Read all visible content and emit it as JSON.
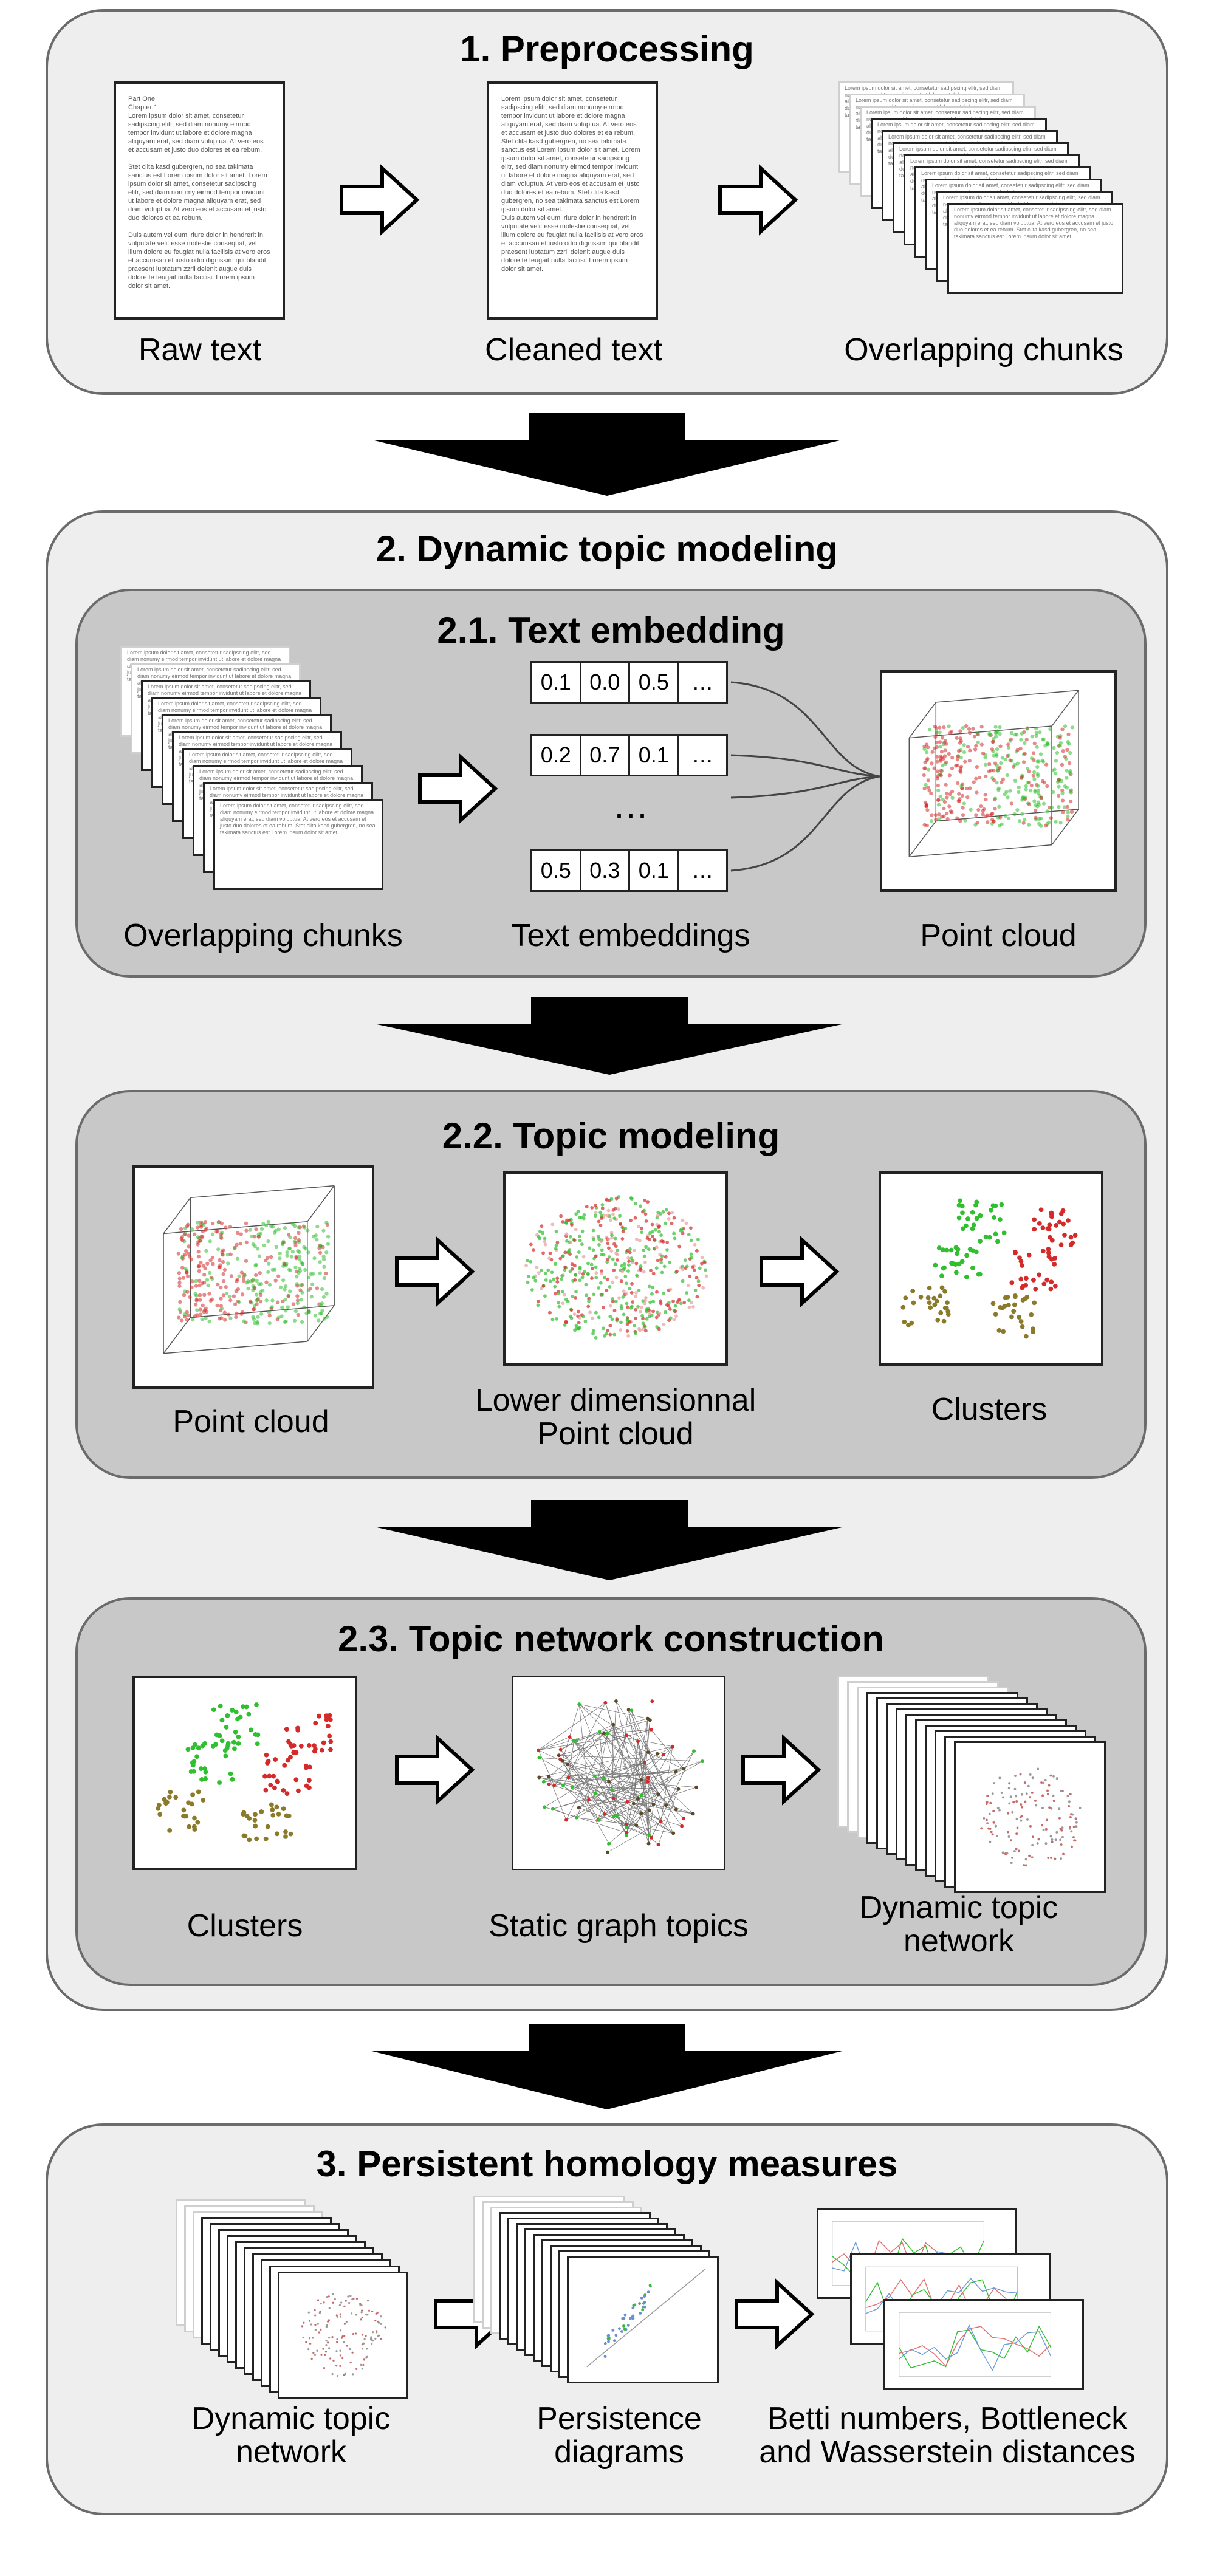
{
  "sections": {
    "s1": {
      "title": "1. Preprocessing",
      "captions": {
        "raw": "Raw text",
        "cleaned": "Cleaned  text",
        "chunks": "Overlapping  chunks"
      }
    },
    "s2": {
      "title": "2. Dynamic topic modeling",
      "s21": {
        "title": "2.1. Text embedding",
        "captions": {
          "chunks": "Overlapping  chunks",
          "embeddings": "Text embeddings",
          "cloud": "Point cloud"
        },
        "vectors": [
          [
            "0.1",
            "0.0",
            "0.5",
            "…"
          ],
          [
            "0.2",
            "0.7",
            "0.1",
            "…"
          ],
          [
            "0.5",
            "0.3",
            "0.1",
            "…"
          ]
        ],
        "ellipsis": "…"
      },
      "s22": {
        "title": "2.2. Topic modeling",
        "captions": {
          "cloud": "Point cloud",
          "lower": "Lower dimensionnal\nPoint cloud",
          "clusters": "Clusters"
        }
      },
      "s23": {
        "title": "2.3. Topic network construction",
        "captions": {
          "clusters": "Clusters",
          "graph": "Static graph topics",
          "dynamic": "Dynamic topic\nnetwork"
        }
      }
    },
    "s3": {
      "title": "3. Persistent homology measures",
      "captions": {
        "dynamic": "Dynamic topic\nnetwork",
        "persistence": "Persistence\ndiagrams",
        "betti": "Betti numbers, Bottleneck\nand Wasserstein distances"
      }
    }
  },
  "doc_texts": {
    "raw": "Part One\nChapter 1\nLorem ipsum dolor sit amet, consetetur sadipscing elitr, sed diam nonumy eirmod tempor invidunt ut labore et dolore magna aliquyam erat, sed diam voluptua. At vero eos et accusam et justo duo dolores et ea rebum.\n\nStet clita kasd gubergren, no sea takimata sanctus est Lorem ipsum dolor sit amet. Lorem ipsum dolor sit amet, consetetur sadipscing elitr, sed diam nonumy eirmod tempor invidunt ut labore et dolore magna aliquyam erat, sed diam voluptua. At vero eos et accusam et justo duo dolores et ea rebum.\n\nDuis autem vel eum iriure dolor in hendrerit in vulputate velit esse molestie consequat, vel illum dolore eu feugiat nulla facilisis at vero eros et accumsan et iusto odio dignissim qui blandit praesent luptatum zzril delenit augue duis dolore te feugait nulla facilisi. Lorem ipsum dolor sit amet.",
    "cleaned": "Lorem ipsum dolor sit amet, consetetur sadipscing elitr, sed diam nonumy eirmod tempor invidunt ut labore et dolore magna aliquyam erat, sed diam voluptua. At vero eos et accusam et justo duo dolores et ea rebum. Stet clita kasd gubergren, no sea takimata sanctus est Lorem ipsum dolor sit amet. Lorem ipsum dolor sit amet, consetetur sadipscing elitr, sed diam nonumy eirmod tempor invidunt ut labore et dolore magna aliquyam erat, sed diam voluptua. At vero eos et accusam et justo duo dolores et ea rebum. Stet clita kasd gubergren, no sea takimata sanctus est Lorem ipsum dolor sit amet.\nDuis autem vel eum iriure dolor in hendrerit in vulputate velit esse molestie consequat, vel illum dolore eu feugiat nulla facilisis at vero eros et accumsan et iusto odio dignissim qui blandit praesent luptatum zzril delenit augue duis dolore te feugait nulla facilisi. Lorem ipsum dolor sit amet.",
    "chunk": "Lorem ipsum dolor sit amet, consetetur sadipscing elitr, sed diam nonumy eirmod tempor invidunt ut labore et dolore magna aliquyam erat, sed diam voluptua. At vero eos et accusam et justo duo dolores et ea rebum. Stet clita kasd gubergren, no sea takimata sanctus est Lorem ipsum dolor sit amet."
  },
  "colors": {
    "outer_panel": "#eeeeee",
    "inner_panel": "#c8c8c8",
    "border": "#6b6b6b",
    "green": "#2fbf2f",
    "red": "#d42a2a",
    "olive": "#8a7a2a"
  }
}
